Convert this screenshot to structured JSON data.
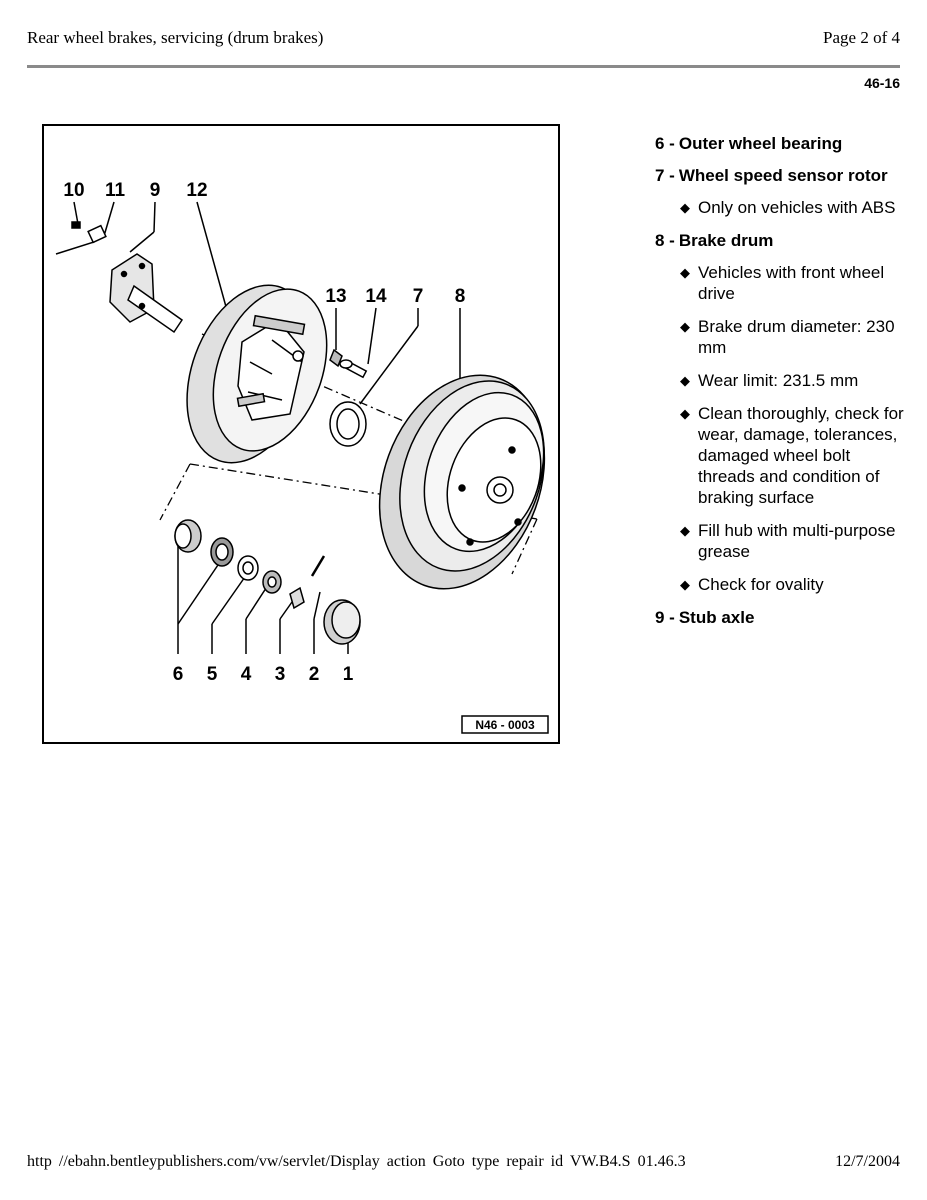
{
  "header": {
    "title": "Rear wheel brakes, servicing (drum brakes)",
    "page": "Page 2 of 4",
    "section_code": "46-16"
  },
  "figure": {
    "callouts": {
      "c10": "10",
      "c11": "11",
      "c9": "9",
      "c12": "12",
      "c13": "13",
      "c14": "14",
      "c7": "7",
      "c8": "8",
      "c6": "6",
      "c5": "5",
      "c4": "4",
      "c3": "3",
      "c2": "2",
      "c1": "1"
    },
    "figure_code": "N46 - 0003"
  },
  "legend": {
    "item6": {
      "num": "6 -",
      "label": "Outer wheel bearing"
    },
    "item7": {
      "num": "7 -",
      "label": "Wheel speed sensor rotor",
      "notes": [
        "Only on vehicles with ABS"
      ]
    },
    "item8": {
      "num": "8 -",
      "label": "Brake drum",
      "notes": [
        "Vehicles with front wheel drive",
        "Brake drum diameter: 230 mm",
        "Wear limit: 231.5 mm",
        "Clean thoroughly, check for wear, damage, tolerances, damaged wheel bolt threads and condition of braking surface",
        "Fill hub with multi-purpose grease",
        "Check for ovality"
      ]
    },
    "item9": {
      "num": "9 -",
      "label": "Stub axle"
    },
    "bullet_icon": "diamond-bullet"
  },
  "footer": {
    "url": "http //ebahn.bentleypublishers.com/vw/servlet/Display action Goto type repair id VW.B4.S 01.46.3",
    "date": "12/7/2004"
  }
}
